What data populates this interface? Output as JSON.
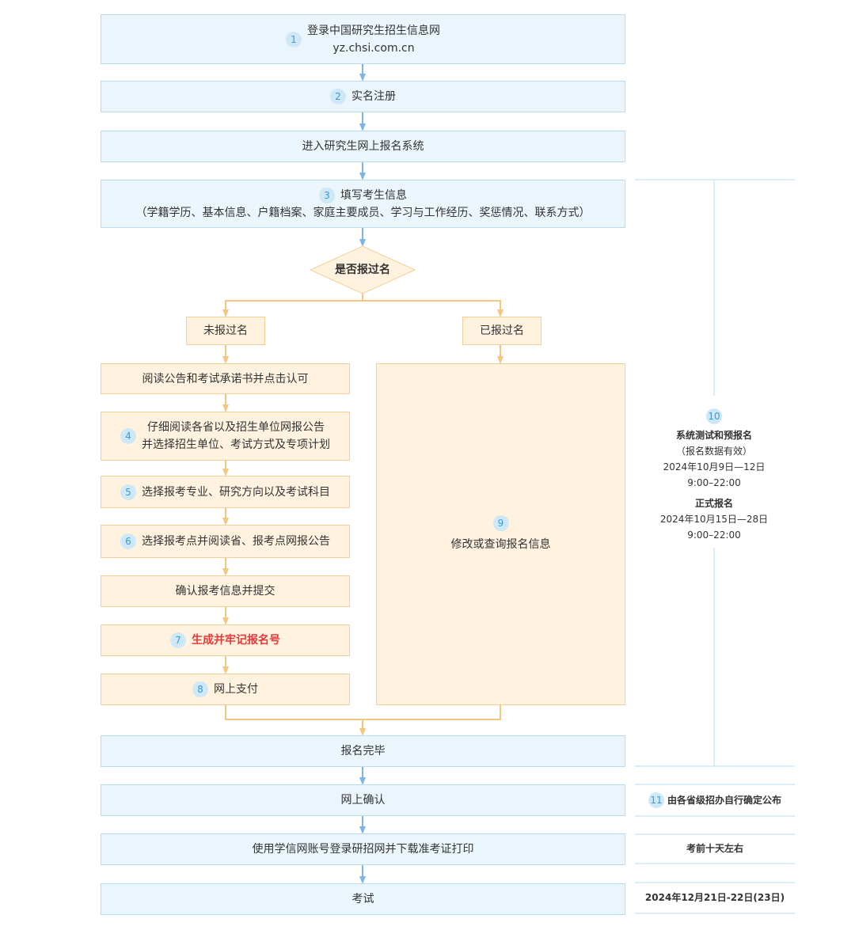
{
  "steps": {
    "s1": {
      "num": "1",
      "line1": "登录中国研究生招生信息网",
      "line2": "yz.chsi.com.cn"
    },
    "s2": {
      "num": "2",
      "label": "实名注册"
    },
    "s_enter": {
      "label": "进入研究生网上报名系统"
    },
    "s3": {
      "num": "3",
      "line1": "填写考生信息",
      "line2": "（学籍学历、基本信息、户籍档案、家庭主要成员、学习与工作经历、奖惩情况、联系方式）"
    },
    "decision": {
      "label": "是否报过名"
    },
    "not_registered": {
      "label": "未报过名"
    },
    "registered": {
      "label": "已报过名"
    },
    "read_notice": {
      "label": "阅读公告和考试承诺书并点击认可"
    },
    "s4": {
      "num": "4",
      "line1": "仔细阅读各省以及招生单位网报公告",
      "line2": "并选择招生单位、考试方式及专项计划"
    },
    "s5": {
      "num": "5",
      "label": "选择报考专业、研究方向以及考试科目"
    },
    "s6": {
      "num": "6",
      "label": "选择报考点并阅读省、报考点网报公告"
    },
    "confirm": {
      "label": "确认报考信息并提交"
    },
    "s7": {
      "num": "7",
      "label": "生成并牢记报名号"
    },
    "s8": {
      "num": "8",
      "label": "网上支付"
    },
    "s9": {
      "num": "9",
      "label": "修改或查询报名信息"
    },
    "complete": {
      "label": "报名完毕"
    },
    "online_confirm": {
      "label": "网上确认"
    },
    "print": {
      "label": "使用学信网账号登录研招网并下载准考证打印"
    },
    "exam": {
      "label": "考试"
    }
  },
  "side": {
    "s10": {
      "num": "10",
      "title": "系统测试和预报名",
      "note": "（报名数据有效）",
      "date1": "2024年10月9日—12日",
      "time1": "9:00–22:00",
      "title2": "正式报名",
      "date2": "2024年10月15日—28日",
      "time2": "9:00–22:00"
    },
    "s11": {
      "num": "11",
      "label": "由各省级招办自行确定公布"
    },
    "print_time": "考前十天左右",
    "exam_date": "2024年12月21日-22日(23日)"
  },
  "colors": {
    "blue_fill": "#eaf6fc",
    "blue_border": "#b7dbef",
    "blue_arrow": "#7db5e8",
    "orange_fill": "#fff3df",
    "orange_border": "#f5cf95",
    "highlight_red": "#e4393c"
  }
}
